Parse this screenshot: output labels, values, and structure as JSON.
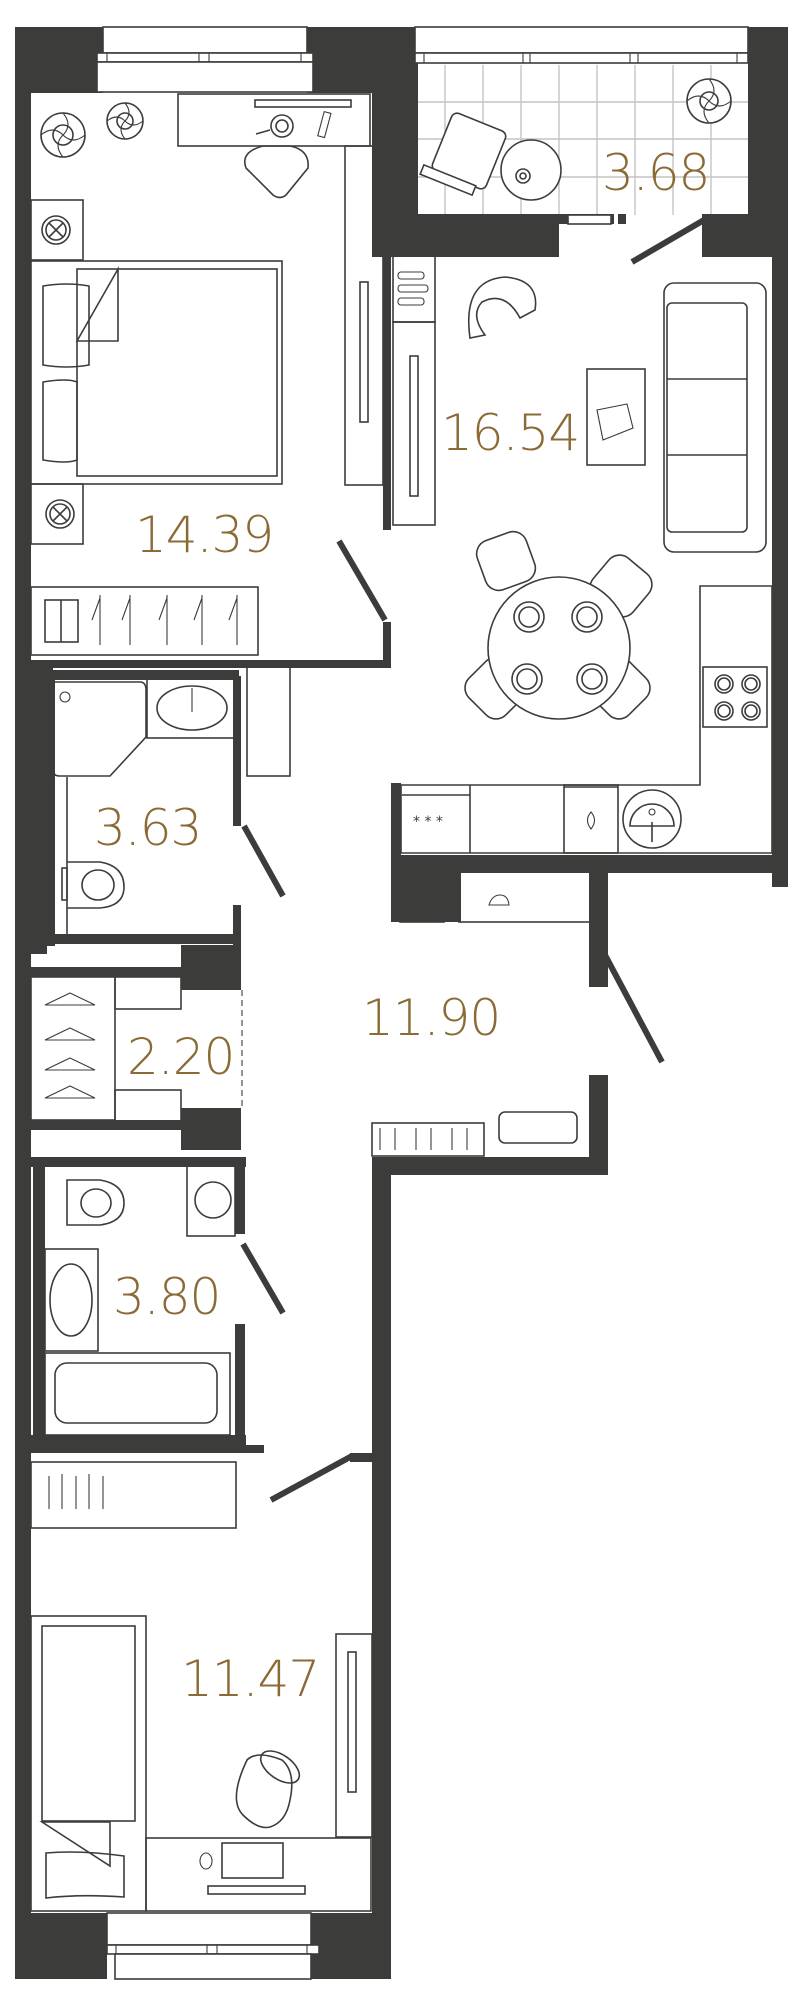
{
  "plan": {
    "type": "apartment-floor-plan",
    "colors": {
      "wall": "#3c3c3b",
      "area_label": "#8b6b35",
      "balcony_tile": "#c4c4c4",
      "background": "#ffffff"
    },
    "rooms": [
      {
        "id": "bedroom-1",
        "name": "Bedroom",
        "area": "14.39",
        "furniture": [
          "double-bed",
          "nightstand-lamp",
          "nightstand-lamp",
          "vanity-desk",
          "chair",
          "plants",
          "wardrobe",
          "tv"
        ]
      },
      {
        "id": "balcony",
        "name": "Balcony",
        "area": "3.68",
        "furniture": [
          "lounge-chair",
          "round-table",
          "plant"
        ]
      },
      {
        "id": "living-kitchen",
        "name": "Kitchen-Living Room",
        "area": "16.54",
        "furniture": [
          "sofa",
          "coffee-table",
          "armchair",
          "dining-table",
          "dining-chairs",
          "cooktop",
          "sink",
          "fridge",
          "tv"
        ]
      },
      {
        "id": "bathroom-1",
        "name": "Bathroom",
        "area": "3.63",
        "furniture": [
          "shower",
          "washbasin",
          "toilet",
          "shelf"
        ]
      },
      {
        "id": "hallway",
        "name": "Hallway",
        "area": "11.90",
        "furniture": [
          "shoe-rack",
          "bench",
          "console"
        ]
      },
      {
        "id": "closet",
        "name": "Wardrobe",
        "area": "2.20",
        "furniture": [
          "hangers",
          "shoe-shelves"
        ]
      },
      {
        "id": "bathroom-2",
        "name": "Bathroom",
        "area": "3.80",
        "furniture": [
          "toilet",
          "washing-machine",
          "washbasin",
          "bathtub"
        ]
      },
      {
        "id": "bedroom-2",
        "name": "Bedroom",
        "area": "11.47",
        "furniture": [
          "single-bed",
          "desk",
          "chair",
          "wardrobe",
          "tv",
          "radiator"
        ]
      }
    ]
  }
}
